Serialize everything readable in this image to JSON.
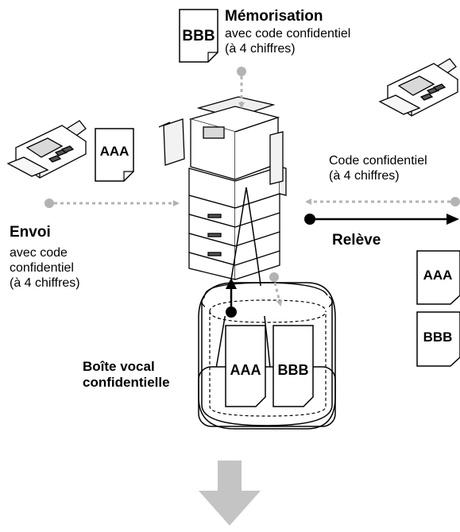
{
  "memorisation": {
    "title": "Mémorisation",
    "line1": "avec code confidentiel",
    "line2": "(à 4 chiffres)"
  },
  "envoi": {
    "title": "Envoi",
    "line1": "avec code",
    "line2": "confidentiel",
    "line3": "(à 4 chiffres)"
  },
  "code_right": {
    "line1": "Code confidentiel",
    "line2": "(à 4 chiffres)"
  },
  "releve": {
    "title": "Relève"
  },
  "boite": {
    "line1": "Boîte vocal",
    "line2": "confidentielle"
  },
  "documents": {
    "top": "BBB",
    "left": "AAA",
    "right_1": "AAA",
    "right_2": "BBB",
    "box_1": "AAA",
    "box_2": "BBB"
  },
  "colors": {
    "dotted_arrow": "#b3b3b3",
    "solid_arrow": "#000000",
    "big_arrow": "#c4c4c4"
  }
}
